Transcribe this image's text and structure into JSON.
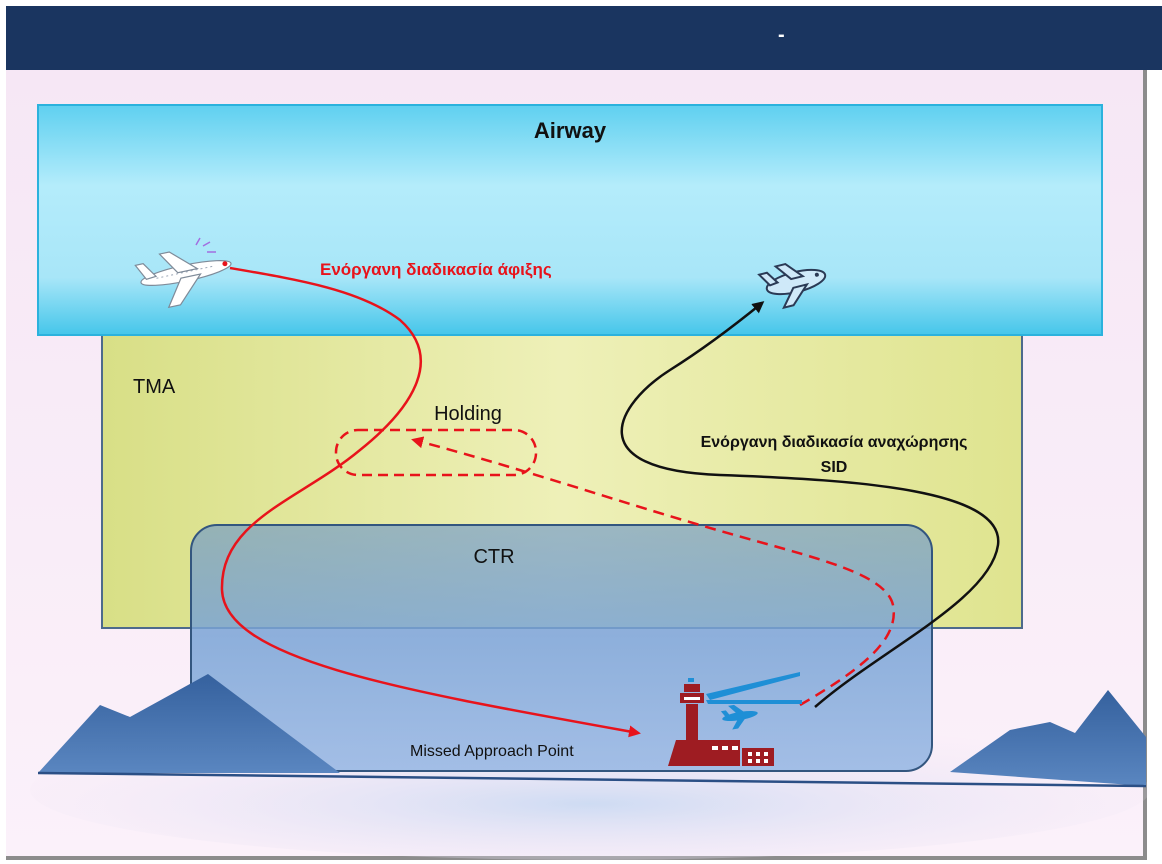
{
  "header": {
    "title": "-"
  },
  "diagram": {
    "airway_label": "Airway",
    "tma_label": "TMA",
    "ctr_label": "CTR",
    "holding_label": "Holding",
    "arrival_label": "Ενόργανη διαδικασία άφιξης",
    "departure_label_line1": "Ενόργανη διαδικασία αναχώρησης",
    "departure_label_line2": "SID",
    "missed_approach_label": "Missed Approach Point"
  },
  "colors": {
    "header": "#1a3560",
    "airway": "#8fdcf4",
    "tma": "#e4e8a0",
    "ctr": "#7ea7d8",
    "arrival_path": "#e8131b",
    "departure_path": "#111111",
    "mountains": "#3d6aa8",
    "tower": "#9e1c22"
  },
  "icons": {
    "arriving_plane": "airplane-icon",
    "departing_plane": "airplane-icon",
    "airport": "control-tower-icon"
  }
}
